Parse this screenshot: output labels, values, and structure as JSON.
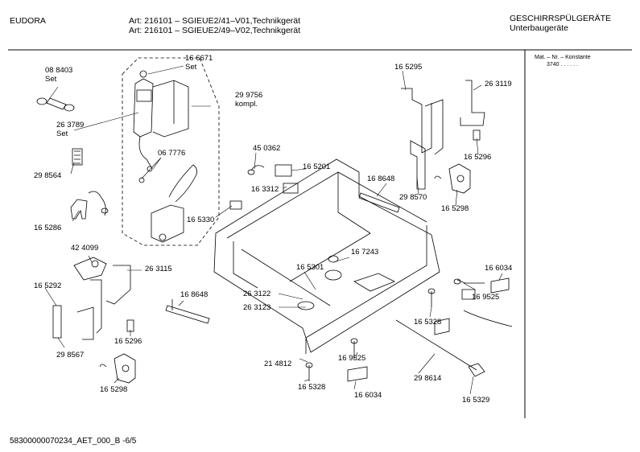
{
  "header": {
    "brand": "EUDORA",
    "art_line1": "Art: 216101 – SGIEUE2/41–V01,Technikgerät",
    "art_line2": "Art: 216101 – SGIEUE2/49–V02,Technikgerät",
    "category": "GESCHIRRSPÜLGERÄTE",
    "subcategory": "Unterbaugeräte"
  },
  "sidebar": {
    "mat_header": "Mat. – Nr. – Konstante",
    "mat_value": "3740  .  .  .  .  .  ."
  },
  "footer": {
    "doc_id": "58300000070234_AET_000_B -6/5"
  },
  "parts": {
    "p088403": "08 8403",
    "set1": "Set",
    "p166671": "16 6671",
    "set2": "Set",
    "p299756": "29 9756",
    "kompl": "kompl.",
    "p263789": "26 3789",
    "set3": "Set",
    "p067776": "06 7776",
    "p298564": "29 8564",
    "p165286": "16 5286",
    "p450362": "45 0362",
    "p165201": "16 5201",
    "p163312": "16 3312",
    "p165330": "16 5330",
    "p165295": "16 5295",
    "p263119": "26 3119",
    "p165296a": "16 5296",
    "p168648a": "16 8648",
    "p298570": "29 8570",
    "p165298a": "16 5298",
    "p424099": "42 4099",
    "p263115": "26 3115",
    "p165292": "16 5292",
    "p167243": "16 7243",
    "p165301": "16 5301",
    "p263122": "26 3122",
    "p263123": "26 3123",
    "p168648b": "16 8648",
    "p166034a": "16 6034",
    "p169525a": "16 9525",
    "p165328a": "16 5328",
    "p165296b": "16 5296",
    "p298567": "29 8567",
    "p165298b": "16 5298",
    "p214812": "21 4812",
    "p169525b": "16 9525",
    "p165328b": "16 5328",
    "p166034b": "16 6034",
    "p298614": "29 8614",
    "p165329": "16 5329"
  }
}
